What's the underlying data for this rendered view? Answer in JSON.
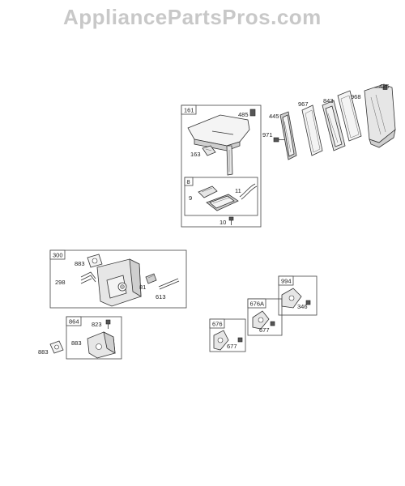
{
  "watermark": "AppliancePartsPros.com",
  "groups": {
    "g161": "161",
    "g8": "8",
    "g300": "300",
    "g864": "864",
    "g676": "676",
    "g676a": "676A",
    "g994": "994"
  },
  "labels": {
    "l485": "485",
    "l163": "163",
    "l9": "9",
    "l11": "11",
    "l10": "10",
    "l971": "971",
    "l445": "445",
    "l967": "967",
    "l843": "843",
    "l968": "968",
    "l425": "425",
    "l883a": "883",
    "l298": "298",
    "l81": "81",
    "l613": "613",
    "l823": "823",
    "l883b": "883",
    "l883c": "883",
    "l677a": "677",
    "l677b": "677",
    "l346": "346"
  }
}
